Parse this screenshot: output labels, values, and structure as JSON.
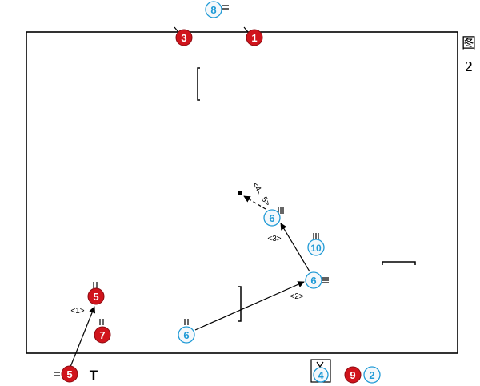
{
  "figure": {
    "label_char": "图",
    "label_number": "2"
  },
  "colors": {
    "red_fill": "#d0141c",
    "blue_outline": "#1f9ad6",
    "blue_fill": "#f4f8fb",
    "ink": "#000000"
  },
  "players": {
    "red": [
      "1",
      "3",
      "5",
      "5",
      "7",
      "9"
    ],
    "blue": [
      "8",
      "6",
      "10",
      "6",
      "6",
      "4",
      "2"
    ]
  },
  "sequence_labels": {
    "step1": "<1>",
    "step2": "<2>",
    "step3": "<3>",
    "step45": "<4、5>"
  },
  "marker_t": "T"
}
